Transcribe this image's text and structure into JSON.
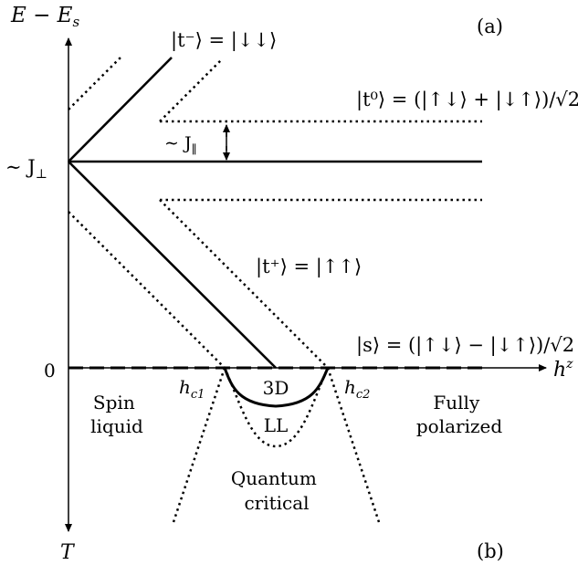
{
  "panel_labels": {
    "top": "(a)",
    "bottom": "(b)"
  },
  "axes": {
    "energy": "E − E",
    "energy_sub": "s",
    "field": "h",
    "field_sup": "z",
    "temperature": "T",
    "zero": "0",
    "j_perp": "∼ J",
    "j_perp_sub": "⊥",
    "j_par": "∼ J",
    "j_par_sub": "∥"
  },
  "states": {
    "t_minus": "|t⁻⟩ = |↓↓⟩",
    "t_zero": "|t⁰⟩ = (|↑↓⟩ + |↓↑⟩)/√2",
    "t_plus": "|t⁺⟩ = |↑↑⟩",
    "singlet": "|s⟩ = (|↑↓⟩ − |↓↑⟩)/√2"
  },
  "critical_fields": {
    "hc1": "h",
    "hc1_sub": "c1",
    "hc2": "h",
    "hc2_sub": "c2"
  },
  "phases": {
    "spin_liquid": [
      "Spin",
      "liquid"
    ],
    "order_3d": "3D",
    "ll": "LL",
    "quantum_critical": [
      "Quantum",
      "critical"
    ],
    "fully_polarized": [
      "Fully",
      "polarized"
    ]
  },
  "colors": {
    "ink": "#000000",
    "background": "#ffffff"
  }
}
